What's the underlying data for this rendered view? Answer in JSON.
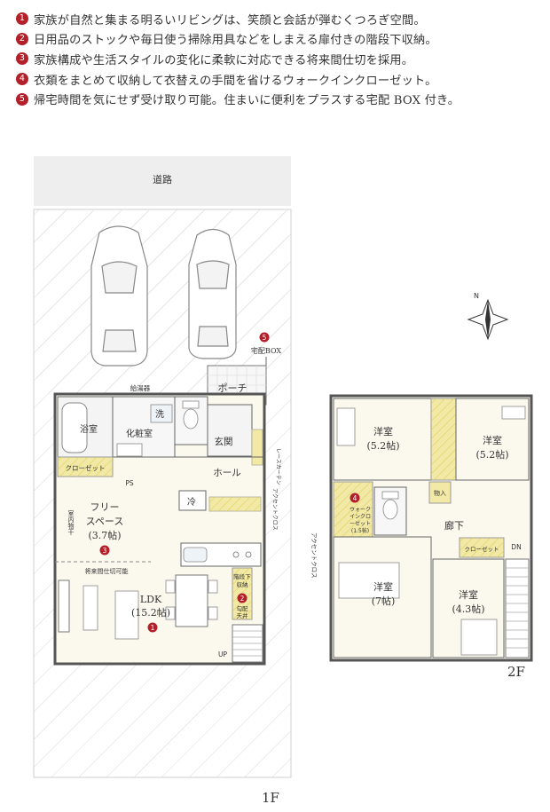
{
  "notes": [
    {
      "num": "1",
      "text": "家族が自然と集まる明るいリビングは、笑顔と会話が弾むくつろぎ空間。"
    },
    {
      "num": "2",
      "text": "日用品のストックや毎日使う掃除用具などをしまえる扉付きの階段下収納。"
    },
    {
      "num": "3",
      "text": "家族構成や生活スタイルの変化に柔軟に対応できる将来間仕切を採用。"
    },
    {
      "num": "4",
      "text": "衣類をまとめて収納して衣替えの手間を省けるウォークインクローゼット。"
    },
    {
      "num": "5",
      "text": "帰宅時間を気にせず受け取り可能。住まいに便利をプラスする宅配 BOX 付き。"
    }
  ],
  "floor1": {
    "road": "道路",
    "delivery_box": "宅配BOX",
    "marker5": "5",
    "porch": "ポーチ",
    "entrance": "玄関",
    "hall": "ホール",
    "bathroom": "浴室",
    "washroom": "洗",
    "dressing": "化粧室",
    "ventilation": "給湯器",
    "closet": "クローゼット",
    "ps": "PS",
    "fridge": "冷",
    "free_space_1": "フリー",
    "free_space_2": "スペース",
    "free_space_3": "(3.7帖)",
    "indoor_dry": "室内物干",
    "marker3": "3",
    "partition": "将来間仕切可能",
    "ldk_1": "LDK",
    "ldk_2": "(15.2帖)",
    "marker1": "1",
    "under_stairs_1": "階段下",
    "under_stairs_2": "収納",
    "under_stairs_3": "勾配",
    "under_stairs_4": "天井",
    "marker2": "2",
    "up": "UP",
    "lace_curtain": "レースカーテン",
    "accent_cloth_1f": "アクセントクロス",
    "floor_label": "1F"
  },
  "floor2": {
    "room_a_1": "洋室",
    "room_a_2": "(5.2帖)",
    "room_b_1": "洋室",
    "room_b_2": "(5.2帖)",
    "room_c_1": "洋室",
    "room_c_2": "(7帖)",
    "room_d_1": "洋室",
    "room_d_2": "(4.3帖)",
    "corridor": "廊下",
    "wic_1": "ウォーク",
    "wic_2": "インクロ",
    "wic_3": "ーゼット",
    "wic_4": "(1.5帖)",
    "marker4": "4",
    "storage": "物入",
    "closet": "クローゼット",
    "accent_cloth": "アクセントクロス",
    "down": "DN",
    "floor_label": "2F"
  },
  "colors": {
    "accent": "#b3202a",
    "storage": "#f2e9a6",
    "wall": "#555555",
    "room": "#fbf9ee",
    "road": "#eeeeee"
  }
}
